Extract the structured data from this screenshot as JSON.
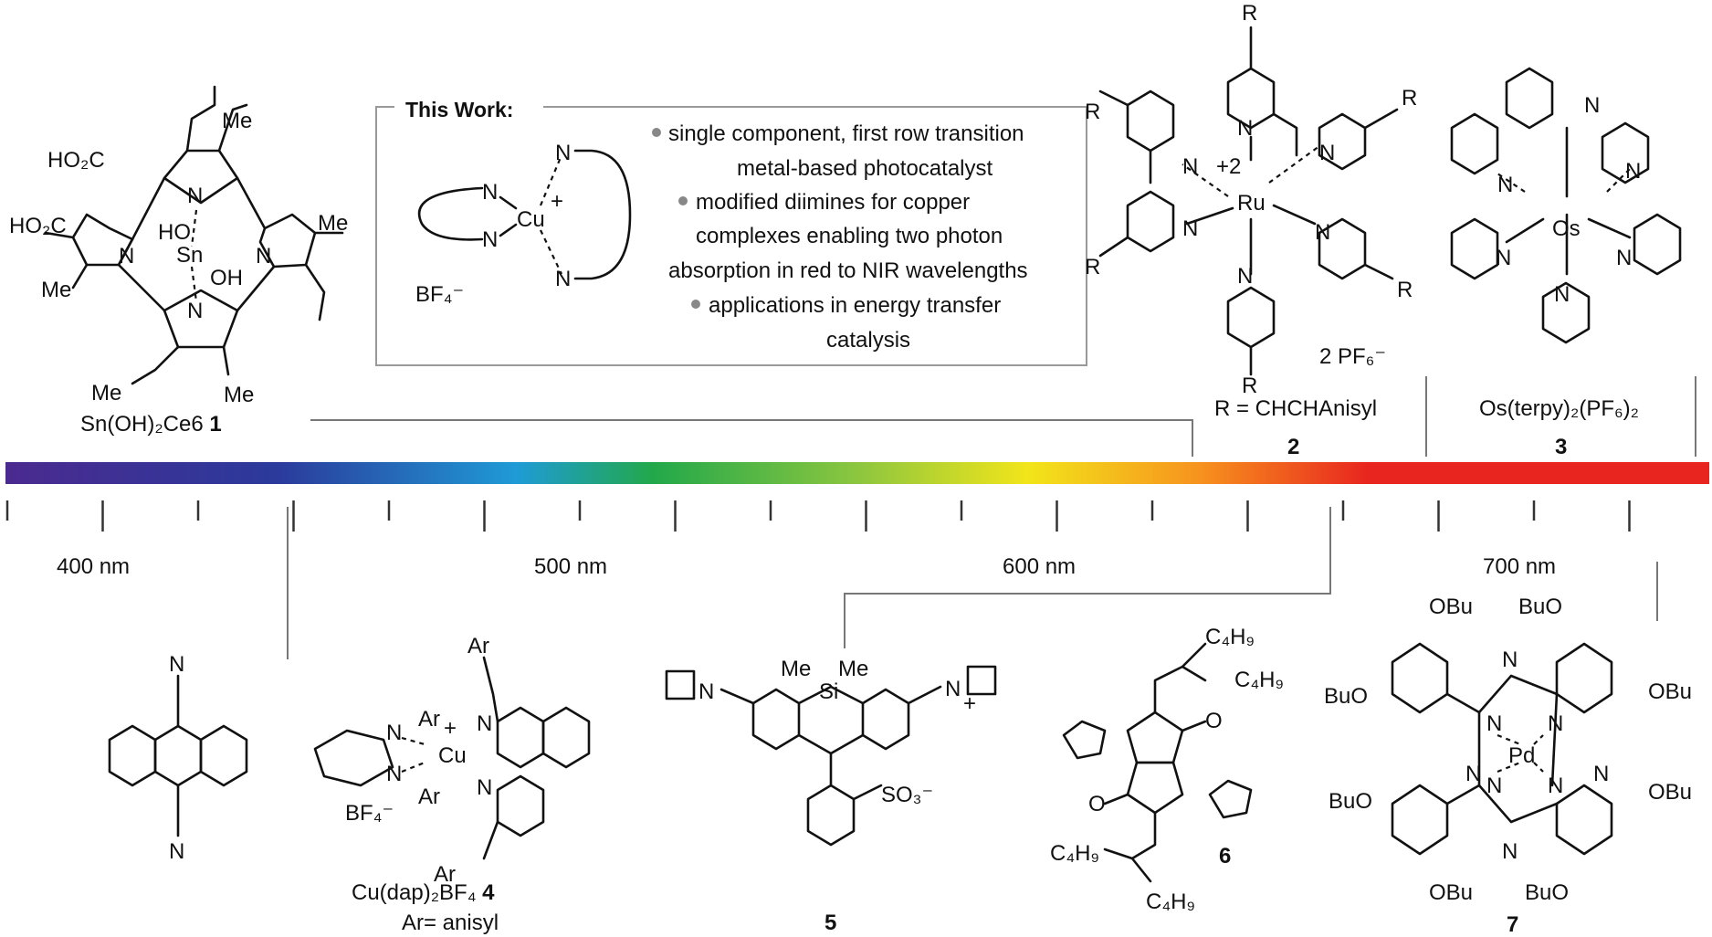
{
  "box": {
    "title": "This Work:",
    "bullets": [
      "single component, first row transition",
      "metal-based photocatalyst",
      "modified diimines for copper",
      "complexes enabling two photon",
      "absorption in red to NIR wavelengths",
      "applications in energy transfer",
      "catalysis"
    ],
    "counterion": "BF₄⁻",
    "metal": "Cu",
    "charge": "+"
  },
  "spectrum": {
    "labels": [
      "400 nm",
      "500 nm",
      "600 nm",
      "700 nm"
    ],
    "gradient": [
      "#4b2a8f",
      "#2b3a9c",
      "#1f9bd6",
      "#22a84a",
      "#8cc63f",
      "#f2e51a",
      "#f7931e",
      "#e8251f",
      "#e8251f"
    ]
  },
  "compounds": {
    "c1": {
      "name": "Sn(OH)₂Ce6",
      "number": "1"
    },
    "c2": {
      "name": "R = CHCHAnisyl",
      "number": "2",
      "counterion": "2 PF₆⁻",
      "charge": "+2",
      "metal": "Ru",
      "substituent": "R"
    },
    "c3": {
      "name": "Os(terpy)₂(PF₆)₂",
      "number": "3",
      "metal": "Os"
    },
    "c4": {
      "name": "Cu(dap)₂BF₄",
      "number": "4",
      "note": "Ar= anisyl",
      "counterion": "BF₄⁻",
      "aryl": "Ar"
    },
    "c5": {
      "number": "5",
      "me": "Me",
      "si": "Si",
      "so3": "SO₃⁻"
    },
    "c6": {
      "number": "6",
      "alkyl": "C₄H₉"
    },
    "c7": {
      "number": "7",
      "metal": "Pd",
      "ether": "BuO",
      "ether2": "OBu"
    }
  }
}
